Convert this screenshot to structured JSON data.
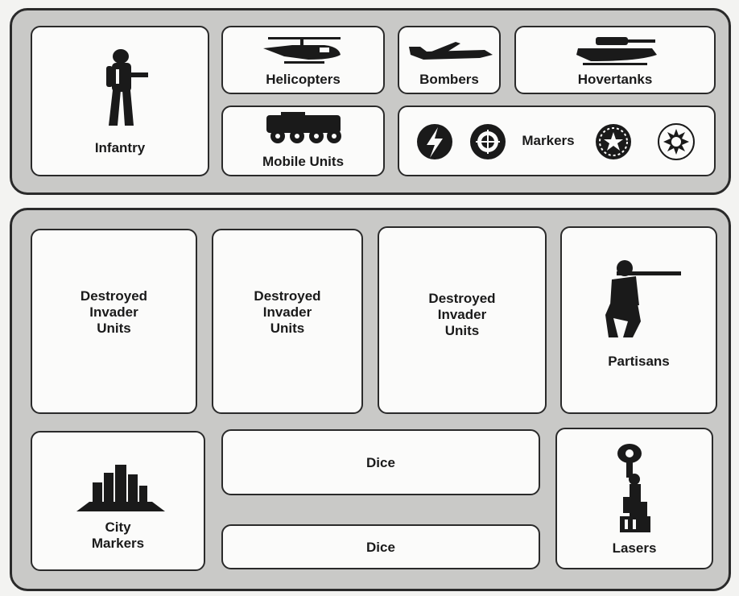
{
  "top_tray": {
    "infantry": {
      "label": "Infantry",
      "icon": "infantry-soldier-icon"
    },
    "helicopters": {
      "label": "Helicopters",
      "icon": "helicopter-icon"
    },
    "bombers": {
      "label": "Bombers",
      "icon": "bomber-jet-icon"
    },
    "hovertanks": {
      "label": "Hovertanks",
      "icon": "hovertank-icon"
    },
    "mobile_units": {
      "label": "Mobile Units",
      "icon": "armored-vehicle-icon"
    },
    "markers": {
      "label": "Markers",
      "icons": [
        "lightning-marker-icon",
        "sunburst-marker-icon",
        "star-laurel-marker-icon",
        "sun-face-marker-icon"
      ]
    }
  },
  "bottom_tray": {
    "destroyed_1": {
      "label": "Destroyed\nInvader\nUnits"
    },
    "destroyed_2": {
      "label": "Destroyed\nInvader\nUnits"
    },
    "destroyed_3": {
      "label": "Destroyed\nInvader\nUnits"
    },
    "partisans": {
      "label": "Partisans",
      "icon": "partisan-rifleman-icon"
    },
    "city_markers": {
      "label": "City\nMarkers",
      "icon": "city-skyline-icon"
    },
    "dice_1": {
      "label": "Dice"
    },
    "dice_2": {
      "label": "Dice"
    },
    "lasers": {
      "label": "Lasers",
      "icon": "laser-tower-icon"
    }
  },
  "colors": {
    "tray": "#c9c9c7",
    "slot": "#fbfbfa",
    "ink": "#1a1a1a"
  }
}
